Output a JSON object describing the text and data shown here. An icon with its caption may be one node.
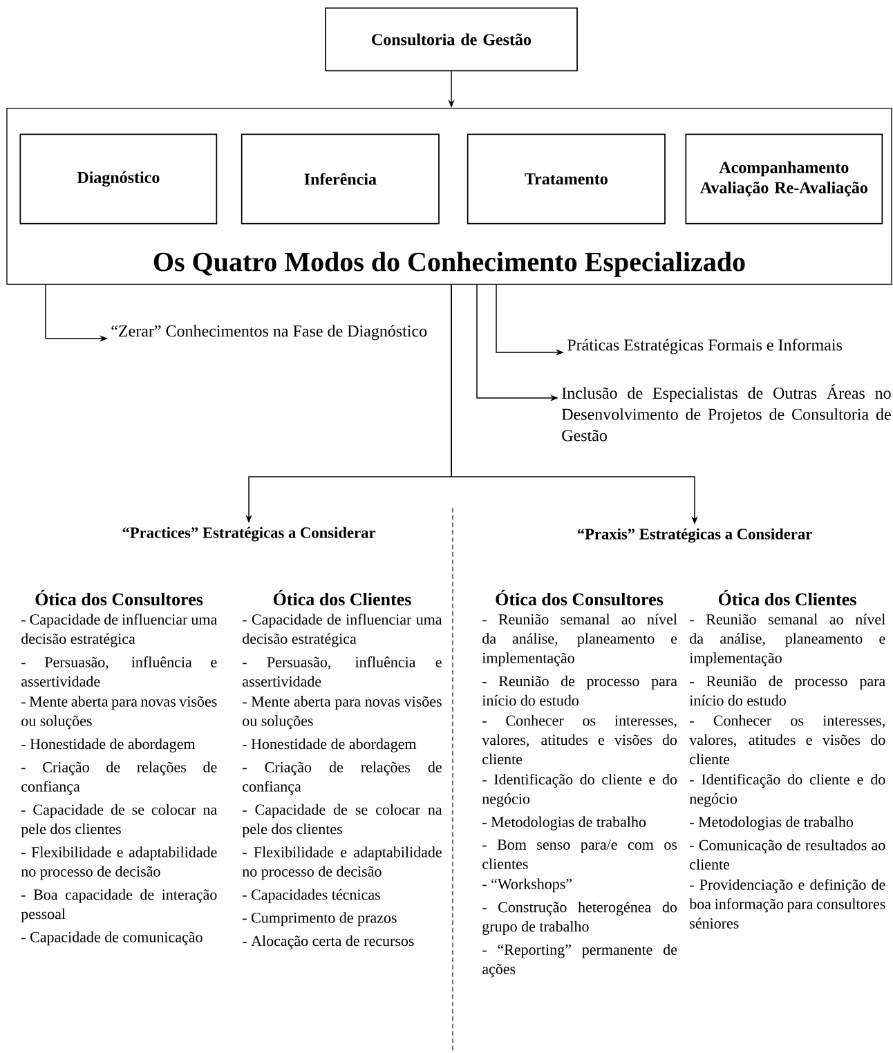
{
  "diagram": {
    "nodes": [
      {
        "text": [
          "Consultoria de Gestão"
        ]
      },
      {
        "text": [
          "Os Quatro Modos do Conhecimento Especializado"
        ]
      },
      {
        "text": [
          "Diagnóstico"
        ],
        "in": 1
      },
      {
        "text": [
          "Inferência"
        ],
        "in": 1
      },
      {
        "text": [
          "Tratamento"
        ],
        "in": 1
      },
      {
        "text": [
          "Acompanhamento Avaliação Re-Avaliação"
        ],
        "in": 1
      },
      {
        "text": [
          "“Zerar” Conhecimentos na Fase de Diagnóstico"
        ]
      },
      {
        "text": [
          "Práticas Estratégicas Formais e Informais"
        ]
      },
      {
        "text": [
          "Inclusão de Especialistas de Outras Áreas no Desenvolvimento de Projetos de Consultoria de Gestão"
        ]
      },
      {
        "text": [
          "“Practices” Estratégicas a Considerar"
        ]
      },
      {
        "text": [
          "“Praxis” Estratégicas a Considerar"
        ]
      }
    ],
    "edges": [
      {
        "from": 0,
        "to": 1,
        "arrow": "to"
      },
      {
        "from": 1,
        "to": 6,
        "arrow": "to"
      },
      {
        "from": 1,
        "to": 7,
        "arrow": "to"
      },
      {
        "from": 1,
        "to": 8,
        "arrow": "to"
      },
      {
        "from": 1,
        "to": 9,
        "arrow": "to"
      },
      {
        "from": 1,
        "to": 10,
        "arrow": "to"
      }
    ],
    "labels": [
      "Ótica dos Consultores",
      "- Capacidade de influenciar uma decisão estratégica",
      "- Persuasão, influência e assertividade",
      "- Mente aberta para novas visões ou soluções",
      "- Honestidade de abordagem",
      "- Criação de relações de confiança",
      "- Capacidade de se colocar na pele dos clientes",
      "- Flexibilidade e adaptabilidade no processo de decisão",
      "- Boa capacidade de interação pessoal",
      "- Capacidade de comunicação",
      "Ótica dos Clientes",
      "- Capacidade de influenciar uma decisão estratégica",
      "- Persuasão, influência e assertividade",
      "- Mente aberta para novas visões ou soluções",
      "- Honestidade de abordagem",
      "- Criação de relações de confiança",
      "- Capacidade de se colocar na pele dos clientes",
      "- Flexibilidade e adaptabilidade no processo de decisão",
      "- Capacidades técnicas",
      "- Cumprimento de prazos",
      "- Alocação certa de recursos",
      "Ótica dos Consultores",
      "- Reunião semanal ao nível da análise, planeamento e implementação",
      "- Reunião de processo para início do estudo",
      "- Conhecer os interesses, valores, atitudes e visões do cliente",
      "- Identificação do cliente e do negócio",
      "- Metodologias de trabalho",
      "- Bom senso para/e com os clientes",
      "- “Workshops”",
      "- Construção heterogénea do grupo de trabalho",
      "- “Reporting” permanente de ações",
      "Ótica dos Clientes",
      "- Reunião semanal ao nível da análise, planeamento e implementação",
      "- Reunião de processo para início do estudo",
      "- Conhecer os interesses, valores, atitudes e visões do cliente",
      "- Identificação do cliente e do negócio",
      "- Metodologias de trabalho",
      "- Comunicação de resultados ao cliente",
      "- Providenciação e definição de boa informação para consultores séniores"
    ]
  }
}
